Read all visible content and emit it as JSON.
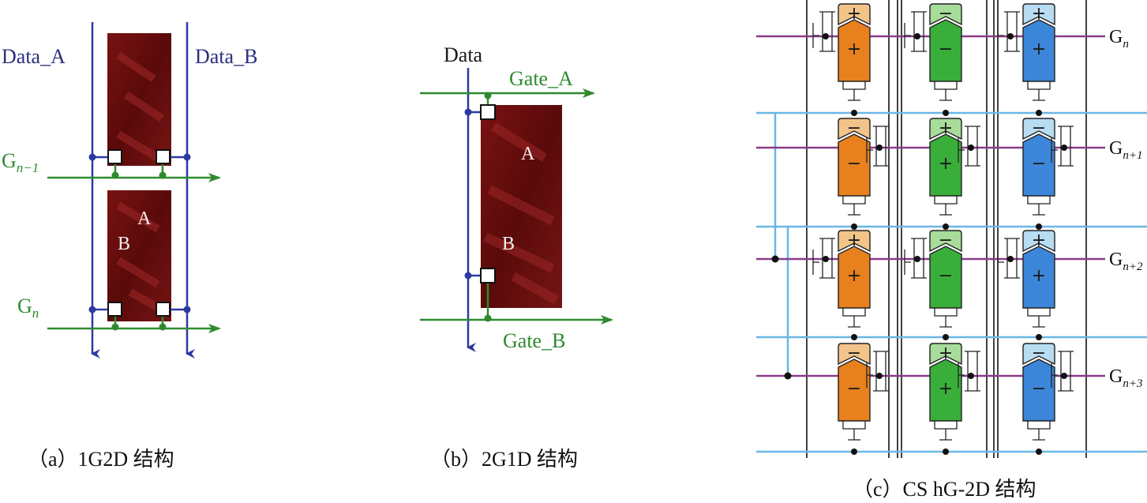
{
  "panel_a": {
    "data_a": "Data_A",
    "data_b": "Data_B",
    "gate_prev": "G",
    "gate_prev_sub": "n−1",
    "gate_cur": "G",
    "gate_cur_sub": "n",
    "sub_a": "A",
    "sub_b": "B",
    "caption": "（a）1G2D 结构"
  },
  "panel_b": {
    "data": "Data",
    "gate_a": "Gate_A",
    "gate_b": "Gate_B",
    "sub_a": "A",
    "sub_b": "B",
    "caption": "（b）2G1D 结构"
  },
  "panel_c": {
    "gate_base": "G",
    "gate_subs": [
      "n",
      "n+1",
      "n+2",
      "n+3"
    ],
    "rows": [
      [
        [
          "+",
          "+"
        ],
        [
          "−",
          "−"
        ],
        [
          "+",
          "+"
        ]
      ],
      [
        [
          "−",
          "−"
        ],
        [
          "+",
          "+"
        ],
        [
          "−",
          "−"
        ]
      ],
      [
        [
          "+",
          "+"
        ],
        [
          "−",
          "−"
        ],
        [
          "+",
          "+"
        ]
      ],
      [
        [
          "−",
          "−"
        ],
        [
          "+",
          "+"
        ],
        [
          "−",
          "−"
        ]
      ]
    ],
    "caption": "（c）CS hG-2D 结构"
  },
  "colors": {
    "data_line": "#2b3aa0",
    "gate_line": "#2f8a2f",
    "gate_purple": "#8b3a8b",
    "cs_blue": "#6ab6e6",
    "orange_dark": "#e8801e",
    "orange_light": "#f2c48a",
    "green_dark": "#3aae3a",
    "green_light": "#a8dc9a",
    "blue_dark": "#3b86d8",
    "blue_light": "#b8dcf2",
    "pixel_red": "#6b0e0e"
  }
}
